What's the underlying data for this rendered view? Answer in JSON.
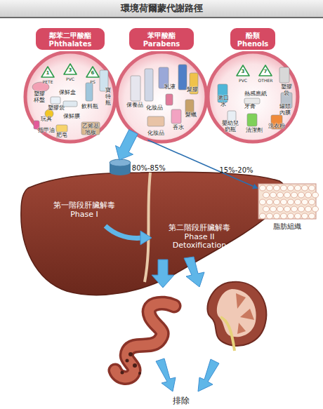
{
  "diagram": {
    "title": "環境荷爾蒙代謝路徑",
    "nodes": [
      {
        "text": [
          "鄰苯二甲酸酯 Phthalates",
          "1",
          "PETE",
          "3",
          "PVC",
          "6",
          "PS",
          "塑膠杯盤",
          "保鮮盒",
          "飲料瓶",
          "寶特瓶",
          "塑膠袋",
          "玩具",
          "保鮮膜",
          "指甲油",
          "肥皂",
          "乙烯基地板"
        ]
      },
      {
        "text": [
          "苯甲酸酯 Parabens",
          "保養品",
          "化妝品",
          "乳液",
          "髮膠",
          "髮蠟",
          "香水",
          "化妝品"
        ]
      },
      {
        "text": [
          "酚類 Phenols",
          "3",
          "PVC",
          "7",
          "OTHER",
          "塑膠袋",
          "熱感應紙",
          "漱口水",
          "牙膏",
          "罐頭內膜",
          "嬰幼兒奶瓶",
          "清潔劑",
          "洗衣粉"
        ]
      },
      {
        "text": [
          "第一階段肝臟解毒 Phase I",
          "第二階段肝臟解毒 Phase II Detoxification"
        ]
      },
      {
        "text": [
          "脂肪組織"
        ]
      }
    ],
    "edges": [
      {
        "from": 1,
        "to": 3,
        "arrow": "to",
        "label": "80%-85%"
      },
      {
        "from": 1,
        "to": 4,
        "arrow": "to",
        "label": "15%-20%"
      }
    ],
    "labels": [
      "排除"
    ]
  }
}
